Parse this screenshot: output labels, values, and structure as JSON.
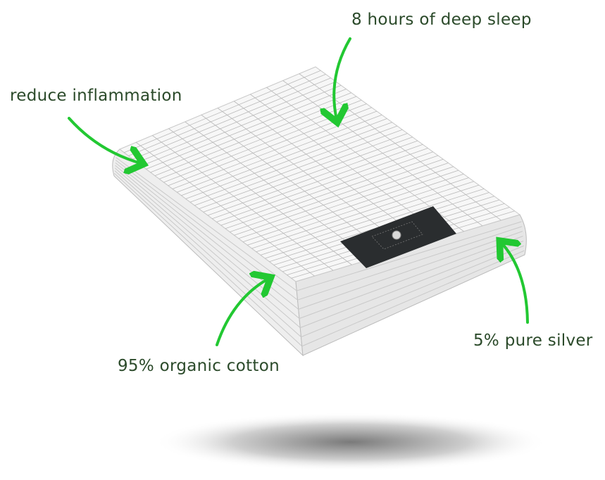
{
  "labels": {
    "sleep": "8 hours of deep sleep",
    "inflammation": "reduce inflammation",
    "cotton": "95% organic cotton",
    "silver": "5% pure silver"
  },
  "colors": {
    "text": "#2b4a2a",
    "arrow": "#22c832",
    "patch": "#2a2d2f"
  }
}
